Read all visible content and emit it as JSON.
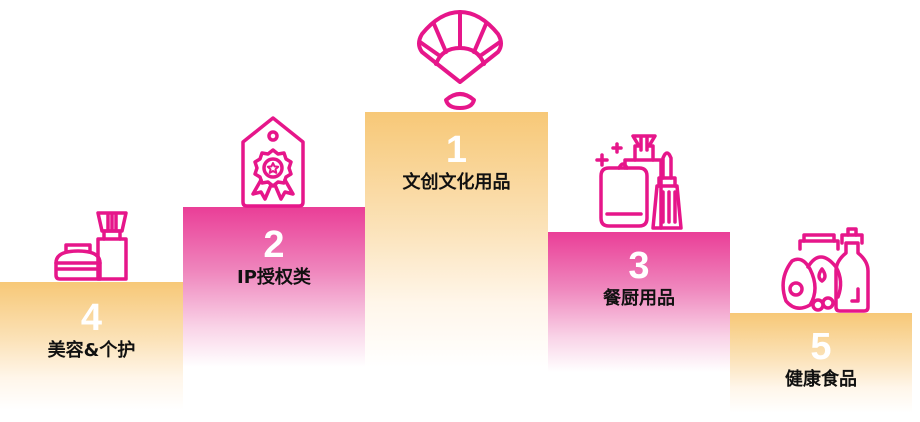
{
  "colors": {
    "accent": "#e6168a",
    "gold": "#f7c877",
    "pink": "#ea3e97",
    "rank_text": "#ffffff",
    "label_text": "#111111"
  },
  "podiums": [
    {
      "rank": "1",
      "label": "文创文化用品",
      "icon": "folding-fan-icon",
      "style": "gold"
    },
    {
      "rank": "2",
      "label": "IP授权类",
      "icon": "award-tag-icon",
      "style": "pink"
    },
    {
      "rank": "3",
      "label": "餐厨用品",
      "icon": "kitchenware-icon",
      "style": "pink"
    },
    {
      "rank": "4",
      "label": "美容&个护",
      "icon": "cosmetics-icon",
      "style": "gold"
    },
    {
      "rank": "5",
      "label": "健康食品",
      "icon": "health-food-icon",
      "style": "gold"
    }
  ]
}
